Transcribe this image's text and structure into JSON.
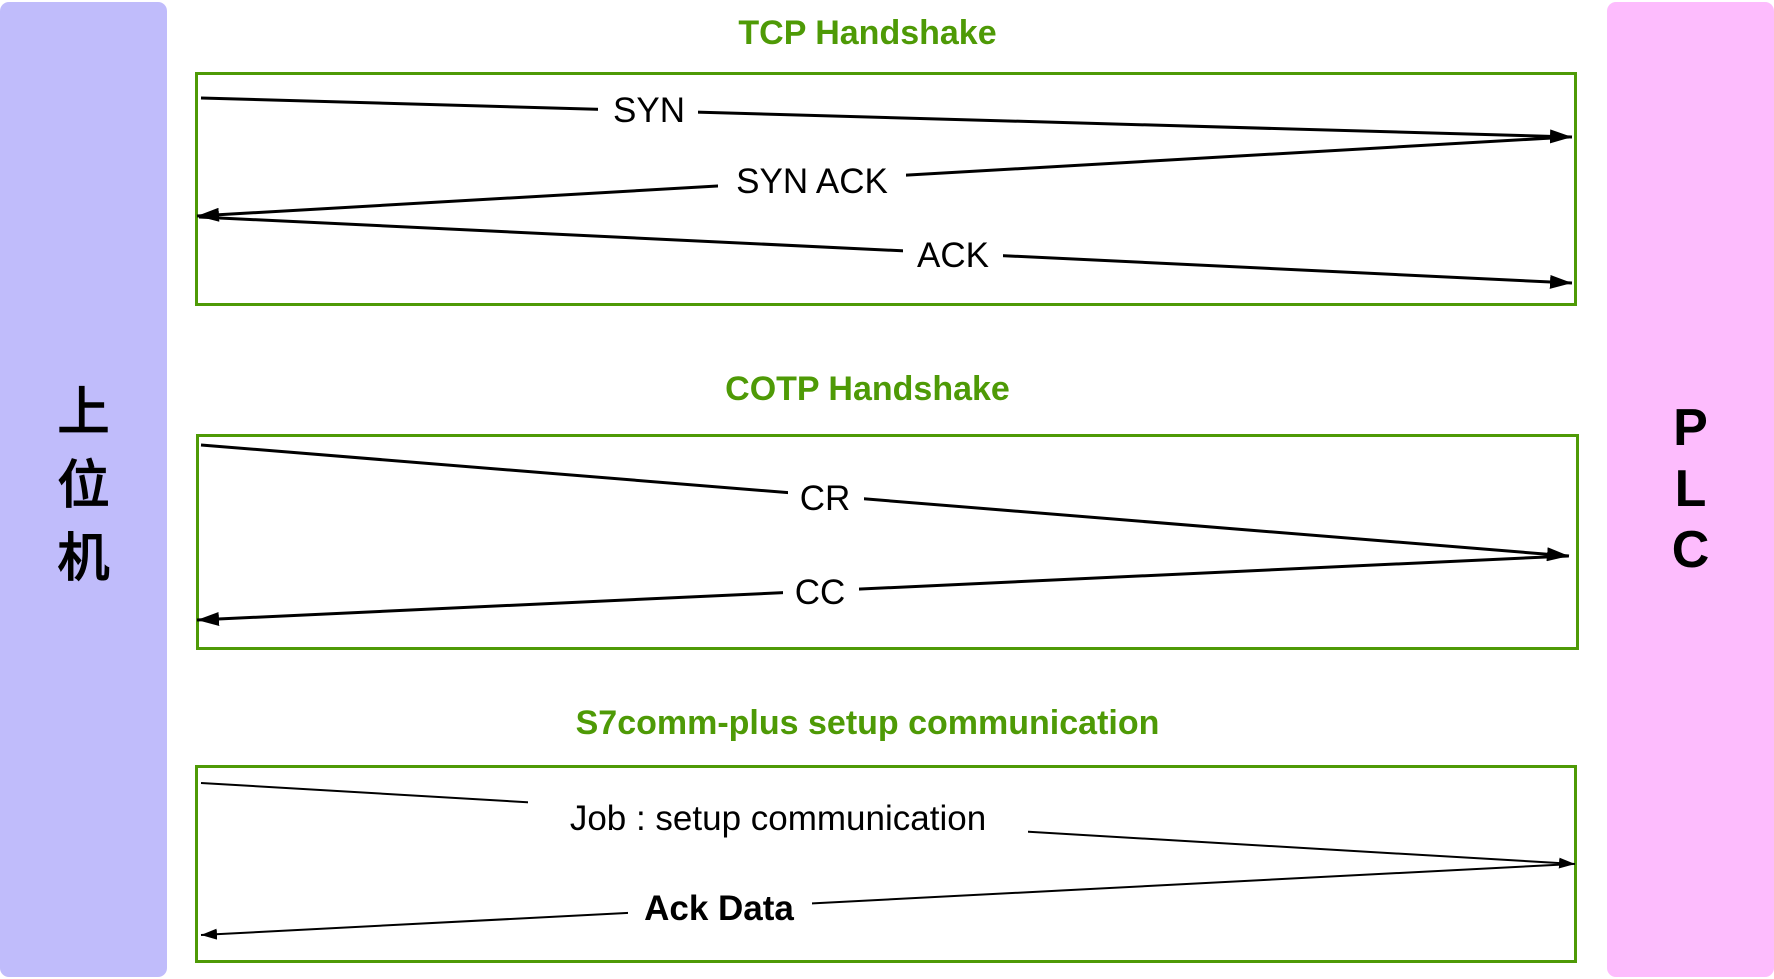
{
  "lanes": {
    "left": {
      "chars": [
        "上",
        "位",
        "机"
      ],
      "color": "#c0bcfb"
    },
    "right": {
      "chars": [
        "P",
        "L",
        "C"
      ],
      "color": "#fdbcfd"
    }
  },
  "phases": [
    {
      "title": "TCP Handshake",
      "color": "#4e9a06",
      "messages": [
        {
          "label": "SYN",
          "direction": "to-right"
        },
        {
          "label": "SYN ACK",
          "direction": "to-left"
        },
        {
          "label": "ACK",
          "direction": "to-right"
        }
      ]
    },
    {
      "title": "COTP Handshake",
      "color": "#4e9a06",
      "messages": [
        {
          "label": "CR",
          "direction": "to-right"
        },
        {
          "label": "CC",
          "direction": "to-left"
        }
      ]
    },
    {
      "title": "S7comm-plus setup communication",
      "color": "#4e9a06",
      "messages": [
        {
          "label": "Job : setup communication",
          "direction": "to-right"
        },
        {
          "label": "Ack Data",
          "direction": "to-left"
        }
      ]
    }
  ]
}
